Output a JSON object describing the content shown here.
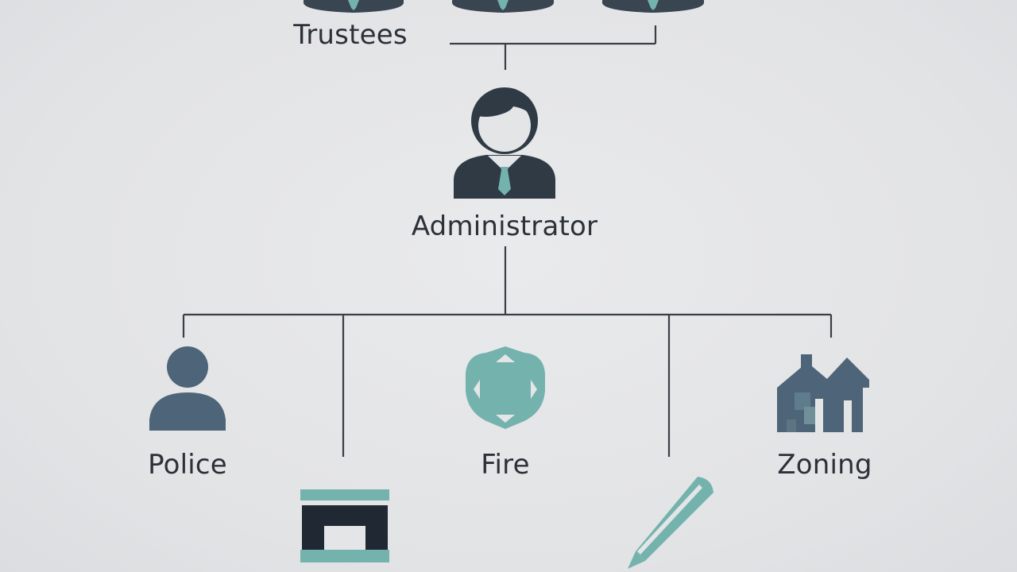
{
  "nodes": {
    "trustees": {
      "label": "Trustees"
    },
    "administrator": {
      "label": "Administrator"
    },
    "police": {
      "label": "Police"
    },
    "fire": {
      "label": "Fire"
    },
    "zoning": {
      "label": "Zoning"
    }
  },
  "colors": {
    "background": "#e4e5e7",
    "navy": "#2f3944",
    "slate": "#4e6478",
    "teal": "#74b3ad",
    "line": "#3b3f45",
    "text": "#2c3138"
  }
}
